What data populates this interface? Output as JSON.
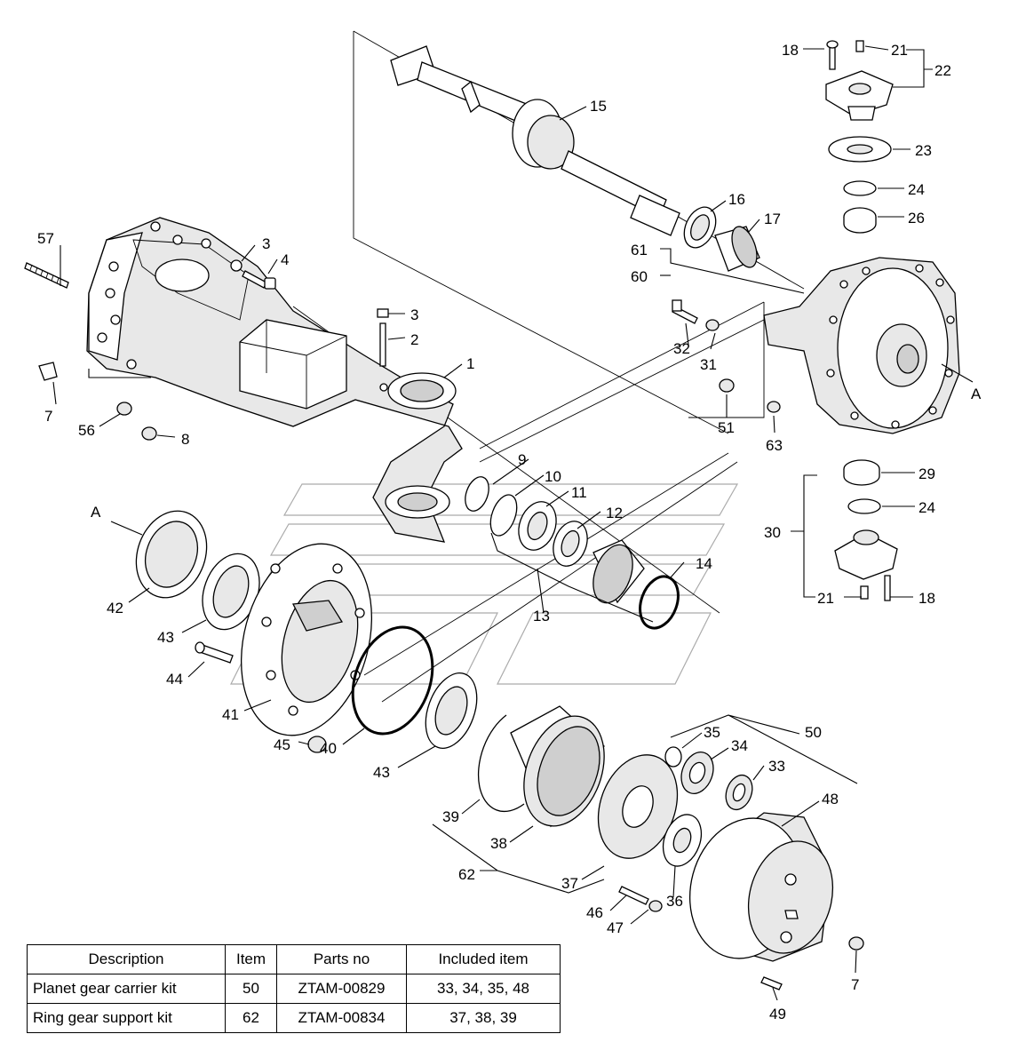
{
  "callouts": {
    "n1": "1",
    "n2": "2",
    "n3a": "3",
    "n3b": "3",
    "n4": "4",
    "n7a": "7",
    "n7b": "7",
    "n8": "8",
    "n9": "9",
    "n10": "10",
    "n11": "11",
    "n12": "12",
    "n13": "13",
    "n14": "14",
    "n15": "15",
    "n16": "16",
    "n17": "17",
    "n18a": "18",
    "n18b": "18",
    "n21a": "21",
    "n21b": "21",
    "n22": "22",
    "n23": "23",
    "n24a": "24",
    "n24b": "24",
    "n26": "26",
    "n29": "29",
    "n30": "30",
    "n31": "31",
    "n32": "32",
    "n33": "33",
    "n34": "34",
    "n35": "35",
    "n36": "36",
    "n37": "37",
    "n38": "38",
    "n39": "39",
    "n40": "40",
    "n41": "41",
    "n42": "42",
    "n43a": "43",
    "n43b": "43",
    "n44": "44",
    "n45": "45",
    "n46": "46",
    "n47": "47",
    "n48": "48",
    "n49": "49",
    "n50": "50",
    "n51": "51",
    "n56": "56",
    "n57": "57",
    "n60": "60",
    "n61": "61",
    "n62": "62",
    "n63": "63",
    "refA1": "A",
    "refA2": "A"
  },
  "kit_table": {
    "headers": {
      "description": "Description",
      "item": "Item",
      "parts_no": "Parts no",
      "included": "Included item"
    },
    "rows": [
      {
        "description": "Planet gear carrier kit",
        "item": "50",
        "parts_no": "ZTAM-00829",
        "included": "33, 34, 35, 48"
      },
      {
        "description": "Ring gear support kit",
        "item": "62",
        "parts_no": "ZTAM-00834",
        "included": "37, 38, 39"
      }
    ]
  }
}
